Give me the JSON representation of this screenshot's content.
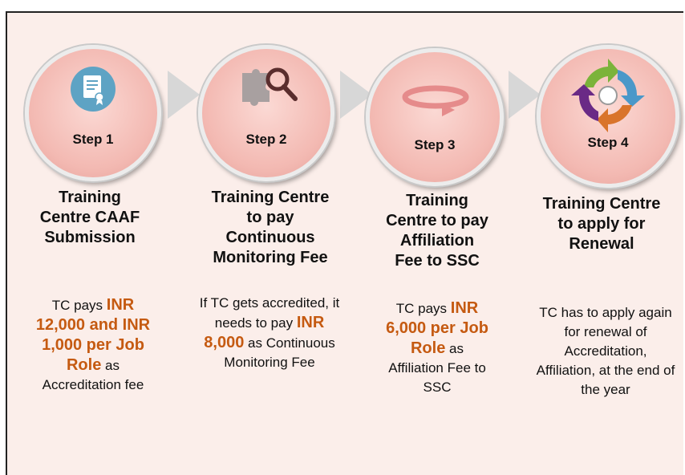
{
  "steps": [
    {
      "label": "Step 1",
      "icon": "certificate-document-icon",
      "title": [
        "Training",
        "Centre CAAF",
        "Submission"
      ],
      "desc": [
        {
          "t": "TC pays ",
          "h": false
        },
        {
          "t": "INR 12,000 and INR 1,000 per Job Role",
          "h": true
        },
        {
          "t": " as Accreditation fee",
          "h": false
        }
      ]
    },
    {
      "label": "Step 2",
      "icon": "puzzle-search-icon",
      "title": [
        "Training Centre",
        "to pay",
        "Continuous",
        "Monitoring Fee"
      ],
      "desc": [
        {
          "t": "If TC gets accredited,  it needs to pay ",
          "h": false
        },
        {
          "t": "INR 8,000",
          "h": true
        },
        {
          "t": " as Continuous Monitoring Fee",
          "h": false
        }
      ]
    },
    {
      "label": "Step 3",
      "icon": "circular-arrow-icon",
      "title": [
        "Training",
        "Centre to pay",
        "Affiliation",
        "Fee to SSC"
      ],
      "desc": [
        {
          "t": "TC pays ",
          "h": false
        },
        {
          "t": "INR 6,000 per Job Role",
          "h": true
        },
        {
          "t": " as Affiliation Fee to SSC",
          "h": false
        }
      ]
    },
    {
      "label": "Step 4",
      "icon": "renewal-cycle-icon",
      "title": [
        "Training Centre",
        "to apply for",
        "Renewal"
      ],
      "desc": [
        {
          "t": "TC  has to apply again for  renewal of Accreditation, Affiliation, at the end of the  year",
          "h": false
        }
      ]
    }
  ],
  "colors": {
    "background": "#fbeeea",
    "highlight": "#c55a11",
    "circle": "#f3b9b2"
  }
}
